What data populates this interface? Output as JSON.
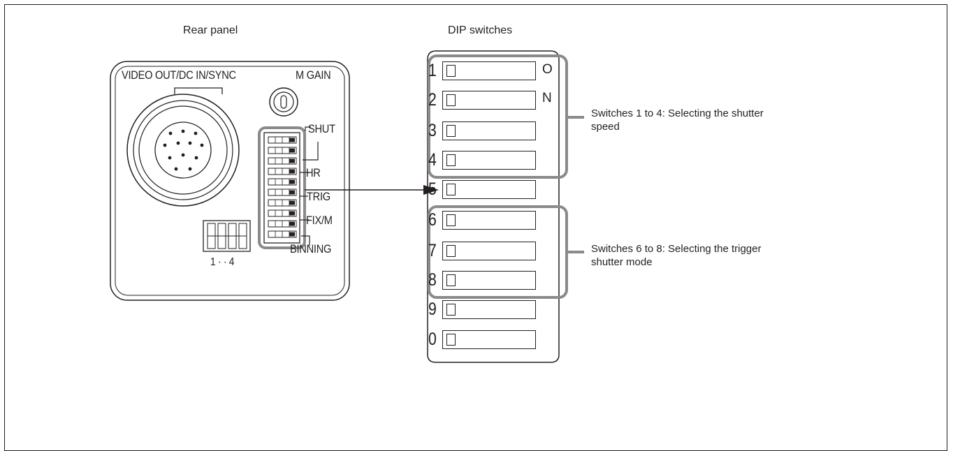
{
  "rear_panel": {
    "title": "Rear panel",
    "connector_label": "VIDEO OUT/DC IN/SYNC",
    "gain_label": "M GAIN",
    "switch_group_labels": [
      "SHUT",
      "HR",
      "TRIG",
      "FIX/M",
      "BINNING"
    ],
    "small_switch_range": "1 · · 4"
  },
  "dip": {
    "title": "DIP switches",
    "on_label": [
      "O",
      "N"
    ],
    "switches": [
      "1",
      "2",
      "3",
      "4",
      "5",
      "6",
      "7",
      "8",
      "9",
      "0"
    ]
  },
  "annotations": {
    "group1": [
      "Switches 1 to 4: Selecting the shutter",
      "speed"
    ],
    "group2": [
      "Switches 6 to 8: Selecting the trigger",
      "shutter mode"
    ]
  },
  "colors": {
    "line": "#231f20",
    "highlight": "#8a8a8a"
  }
}
